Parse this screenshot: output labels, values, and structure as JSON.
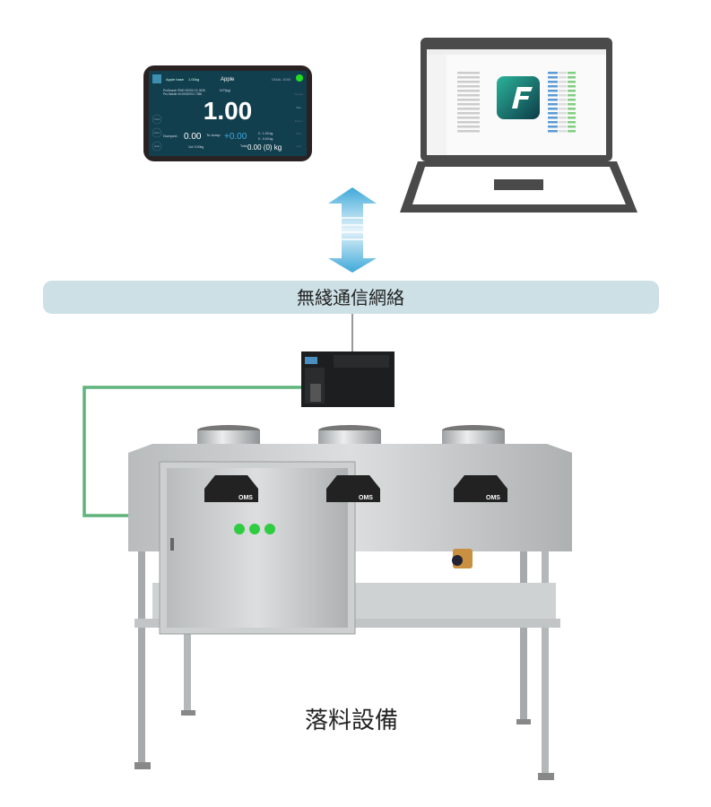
{
  "network_label": "無綫通信網絡",
  "equipment_label": "落料設備",
  "tablet": {
    "product_label": "Apple base",
    "target": "1.00kg",
    "product": "Apple",
    "device": "OMAL 3005",
    "info_line1": "ProSearch P600 V0000 CX 0026",
    "info_line2": "Pro Mobile 00 00000Y01 7396",
    "unit": "N.P(kg)",
    "weight": "1.00",
    "dumped_label": "Dumped :",
    "dumped_value": "0.00",
    "to_dump_label": "To dump:",
    "to_dump_value": "+0.00",
    "stat1": "0 : 1.00 kg",
    "stat2": "0 : 0.03 kg",
    "sub": "1st: 0.00kg",
    "total_label": "Total",
    "total_value": "0.00 (0) kg",
    "left_buttons": [
      "Print",
      "Zero",
      "Help"
    ],
    "right_buttons": [
      "Sample",
      "Tare",
      "Pause",
      "Start",
      "Last"
    ],
    "status_color": "#22dd22"
  },
  "laptop": {
    "rows": 14,
    "app_icon": "f-logo-icon"
  },
  "machine": {
    "scale_brand": "OMS"
  },
  "colors": {
    "network_bar": "#cde0e6",
    "wire": "#5fb47c",
    "arrow": "#3fa9d9"
  }
}
